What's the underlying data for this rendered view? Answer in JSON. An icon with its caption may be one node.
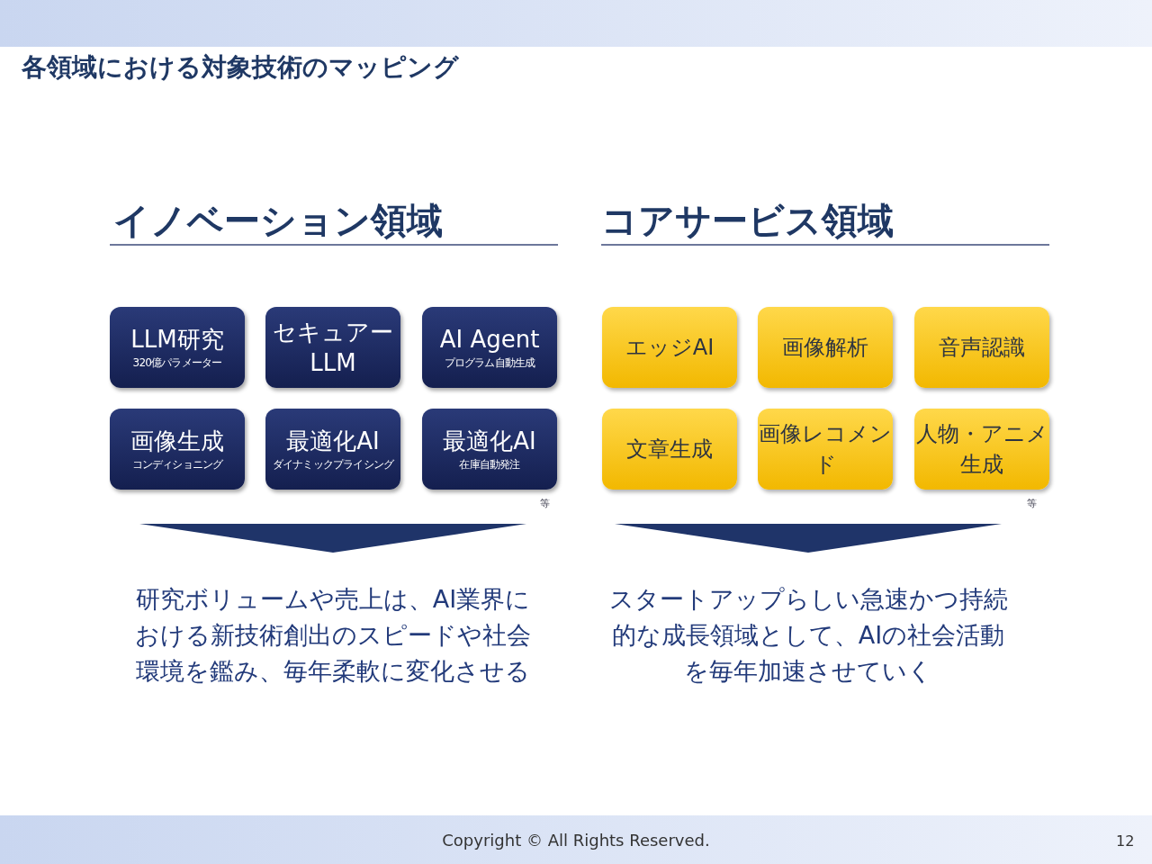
{
  "diagram": {
    "title": "各領域における対象技術のマッピング",
    "nodes": [
      {
        "text": [
          "LLM研究",
          "320億パラメーター"
        ]
      },
      {
        "text": [
          "セキュアーLLM"
        ]
      },
      {
        "text": [
          "AI Agent",
          "プログラム自動生成"
        ]
      },
      {
        "text": [
          "画像生成",
          "コンディショニング"
        ]
      },
      {
        "text": [
          "最適化AI",
          "ダイナミックプライシング"
        ]
      },
      {
        "text": [
          "最適化AI",
          "在庫自動発注"
        ]
      },
      {
        "text": [
          "エッジAI"
        ]
      },
      {
        "text": [
          "画像解析"
        ]
      },
      {
        "text": [
          "音声認識"
        ]
      },
      {
        "text": [
          "文章生成"
        ]
      },
      {
        "text": [
          "画像レコメンド"
        ]
      },
      {
        "text": [
          "人物・アニメ生成"
        ]
      },
      {
        "text": [
          "研究ボリュームや売上は、AI業界における新技術創出のスピードや社会環境を鑑み、毎年柔軟に変化させる"
        ]
      },
      {
        "text": [
          "スタートアップらしい急速かつ持続的な成長領域として、AIの社会活動を毎年加速させていく"
        ]
      }
    ],
    "edges": [
      {
        "from": null,
        "to": 12,
        "arrow": "to"
      },
      {
        "from": null,
        "to": 13,
        "arrow": "to"
      }
    ],
    "labels": [
      "イノベーション領域",
      "コアサービス領域",
      "等",
      "等",
      "Copyright © All Rights Reserved.",
      "12"
    ]
  }
}
